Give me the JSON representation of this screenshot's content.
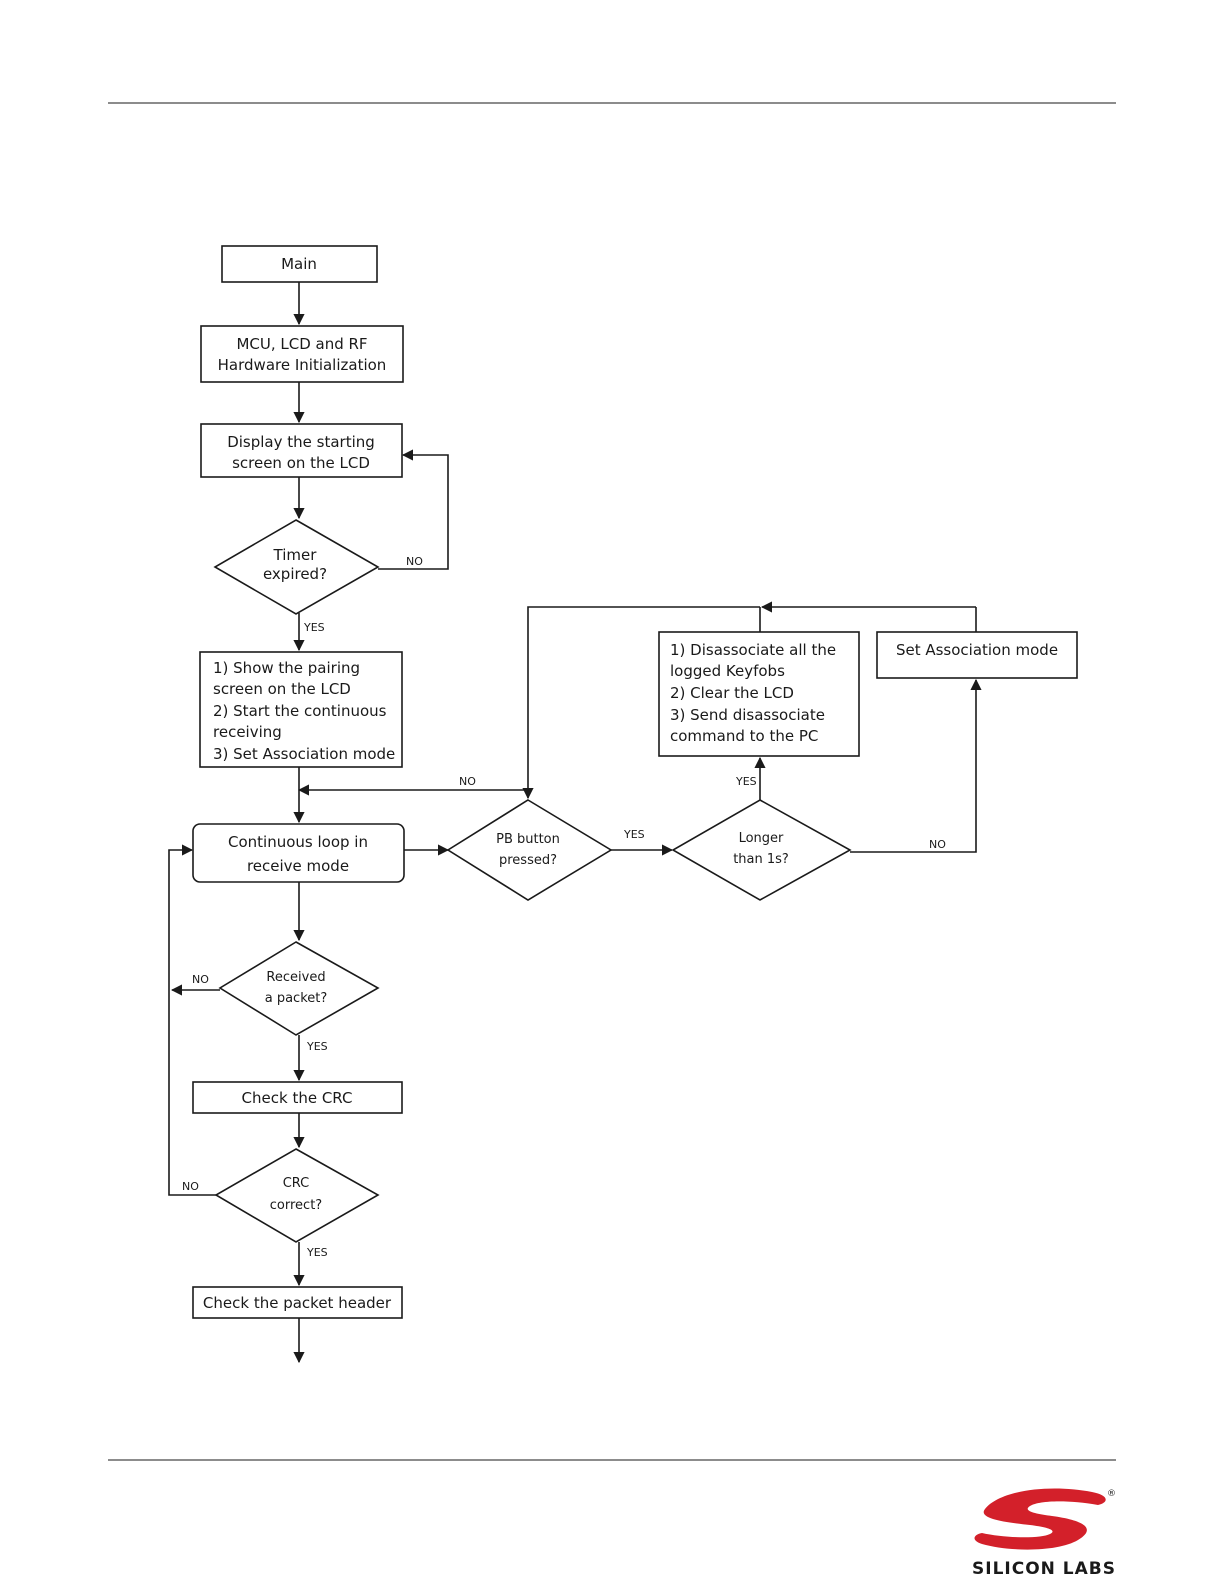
{
  "nodes": {
    "main": {
      "lines": [
        "Main"
      ]
    },
    "init": {
      "lines": [
        "MCU, LCD and RF",
        "Hardware Initialization"
      ]
    },
    "display_start": {
      "lines": [
        "Display the starting",
        "screen on the LCD"
      ]
    },
    "timer": {
      "lines": [
        "Timer",
        "expired?"
      ]
    },
    "pairing": {
      "lines": [
        "1) Show the pairing",
        "screen on the LCD",
        "2) Start the continuous",
        "receiving",
        "3) Set Association mode"
      ]
    },
    "loop": {
      "lines": [
        "Continuous loop in",
        "receive mode"
      ]
    },
    "pb": {
      "lines": [
        "PB button",
        "pressed?"
      ]
    },
    "longer": {
      "lines": [
        "Longer",
        "than 1s?"
      ]
    },
    "disassoc": {
      "lines": [
        "1) Disassociate all the",
        "logged Keyfobs",
        "2) Clear the LCD",
        "3) Send disassociate",
        "command to the PC"
      ]
    },
    "set_assoc": {
      "lines": [
        "Set Association mode"
      ]
    },
    "received": {
      "lines": [
        "Received",
        "a  packet?"
      ]
    },
    "check_crc": {
      "lines": [
        "Check the CRC"
      ]
    },
    "crc_ok": {
      "lines": [
        "CRC",
        "correct?"
      ]
    },
    "check_header": {
      "lines": [
        "Check the packet header"
      ]
    }
  },
  "edge_labels": {
    "timer_no": "NO",
    "timer_yes": "YES",
    "pb_no": "NO",
    "pb_yes": "YES",
    "longer_yes": "YES",
    "longer_no": "NO",
    "received_no": "NO",
    "received_yes": "YES",
    "crc_no": "NO",
    "crc_yes": "YES"
  },
  "logo": {
    "text": "SILICON LABS",
    "mark": "®",
    "color": "#d3202a"
  }
}
